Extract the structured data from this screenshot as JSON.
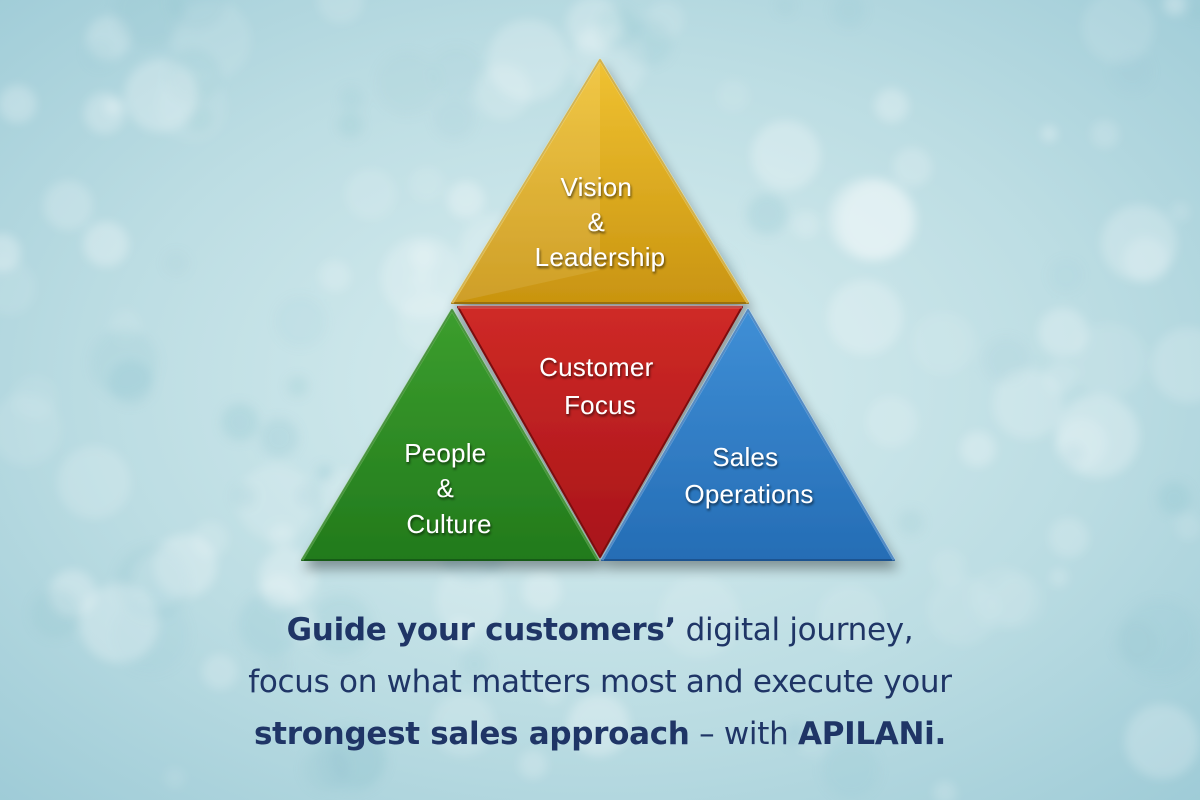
{
  "diagram": {
    "segments": [
      {
        "id": "top",
        "lines": [
          "Vision",
          "&",
          "Leadership"
        ],
        "color": "#d8a414"
      },
      {
        "id": "center",
        "lines": [
          "Customer",
          "Focus"
        ],
        "color": "#be1c1e"
      },
      {
        "id": "left",
        "lines": [
          "People",
          "&",
          "Culture"
        ],
        "color": "#2c8b22"
      },
      {
        "id": "right",
        "lines": [
          "Sales",
          "Operations"
        ],
        "color": "#2f7bc4"
      }
    ]
  },
  "caption": {
    "line1_bold": "Guide your customers’",
    "line1_rest": " digital journey,",
    "line2": "focus on what matters most and execute your",
    "line3_bold": "strongest sales approach",
    "line3_mid": " – with ",
    "line3_brand": "APILANi."
  },
  "colors": {
    "background": "#bcdde3",
    "caption_text": "#1f3566"
  }
}
